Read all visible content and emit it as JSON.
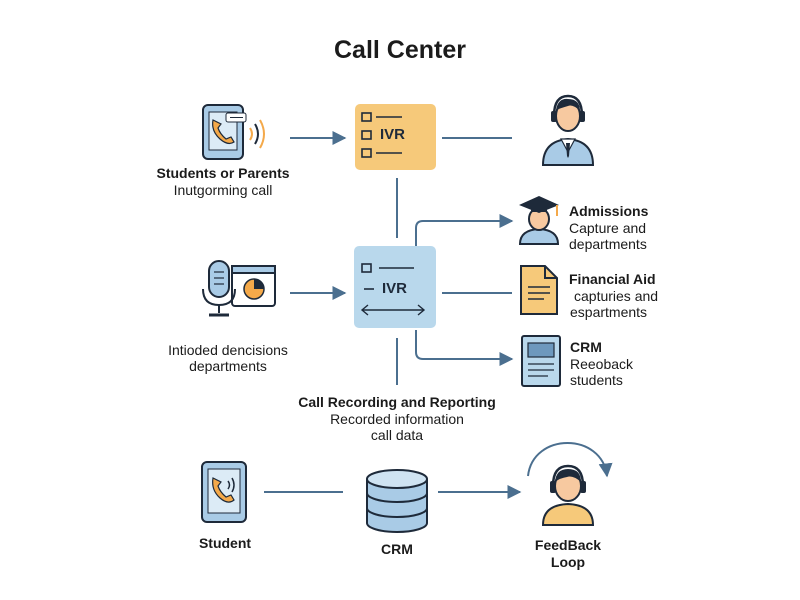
{
  "title": "Call Center",
  "nodes": {
    "ivr_top": {
      "label": "IVR"
    },
    "ivr_mid": {
      "label": "IVR"
    },
    "students_parents": {
      "title": "Students or Parents",
      "subtitle": "Inutgorming call"
    },
    "intioded": {
      "line1": "Intioded dencisions",
      "line2": "departments"
    },
    "admissions": {
      "title": "Admissions",
      "line1": "Capture and",
      "line2": "departments"
    },
    "financial_aid": {
      "title": "Financial Aid",
      "line1": "capturies and",
      "line2": "espartments"
    },
    "crm_right": {
      "title": "CRM",
      "line1": "Reeoback",
      "line2": "students"
    },
    "call_recording": {
      "title": "Call Recording and Reporting",
      "line1": "Recorded information",
      "line2": "call data"
    },
    "student": {
      "title": "Student"
    },
    "crm_bottom": {
      "title": "CRM"
    },
    "feedback": {
      "line1": "FeedBack",
      "line2": "Loop"
    }
  },
  "colors": {
    "ivr_top_fill": "#f6c97a",
    "ivr_mid_fill": "#b9d8ec",
    "line": "#4b6f8f",
    "phone_fill": "#a9cbe6",
    "icon_orange": "#f4a94a",
    "dark": "#1e2a3a"
  }
}
